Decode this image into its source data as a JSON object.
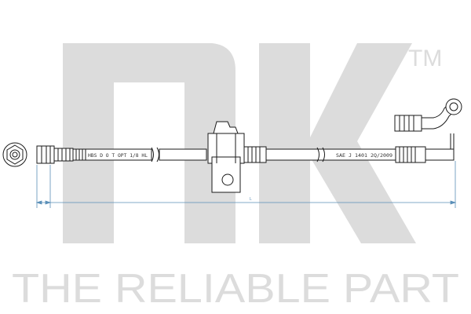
{
  "watermark": {
    "logo_text": "nk",
    "trademark": "TM",
    "tagline": "THE RELIABLE PART",
    "color": "#dcdcdc"
  },
  "drawing": {
    "hose_marking_left": "HBS D O T OPT 1/8 HL",
    "hose_marking_right": "SAE J 1401 2Q/2009",
    "length_marker": "L",
    "line_color": "#1a1a1a",
    "hose_fill": "#ffffff",
    "dimension_color": "#5a8fb8"
  }
}
